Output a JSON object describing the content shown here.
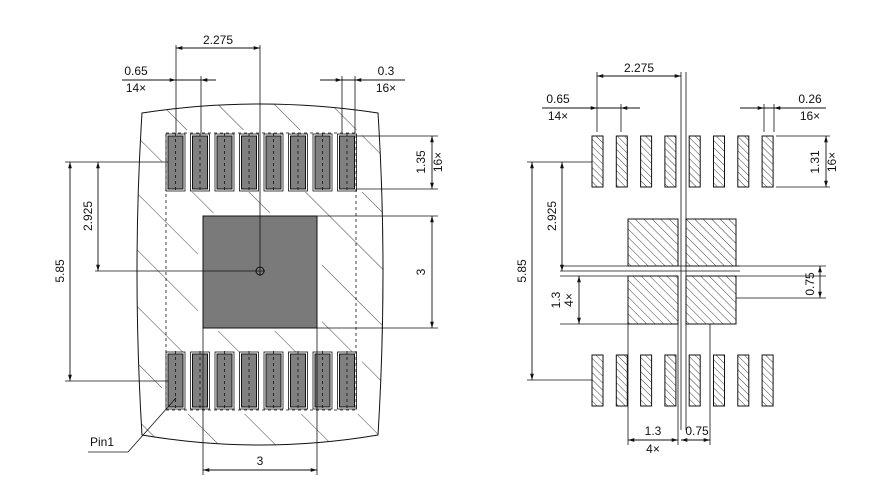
{
  "left_view": {
    "dims": {
      "top_pitch_center": "2.275",
      "pitch_value": "0.65",
      "pitch_count": "14×",
      "pad_width_value": "0.3",
      "pad_width_count": "16×",
      "pad_length_value": "1.35",
      "pad_length_count": "16×",
      "row_to_center": "2.925",
      "row_span": "5.85",
      "thermal_pad_height": "3",
      "thermal_pad_width": "3"
    },
    "pin1_label": "Pin1"
  },
  "right_view": {
    "dims": {
      "top_pitch_center": "2.275",
      "pitch_value": "0.65",
      "pitch_count": "14×",
      "pad_width_value": "0.26",
      "pad_width_count": "16×",
      "pad_length_value": "1.31",
      "pad_length_count": "16×",
      "row_to_center": "2.925",
      "row_span": "5.85",
      "stencil_size_v_value": "1.3",
      "stencil_size_v_count": "4×",
      "stencil_gap_v": "0.75",
      "stencil_size_h_value": "1.3",
      "stencil_size_h_count": "4×",
      "stencil_gap_h": "0.75"
    }
  },
  "colors": {
    "pad_fill": "#808080",
    "thermal_pad_fill": "#7a7a7a",
    "line": "#111111",
    "background": "#ffffff"
  }
}
